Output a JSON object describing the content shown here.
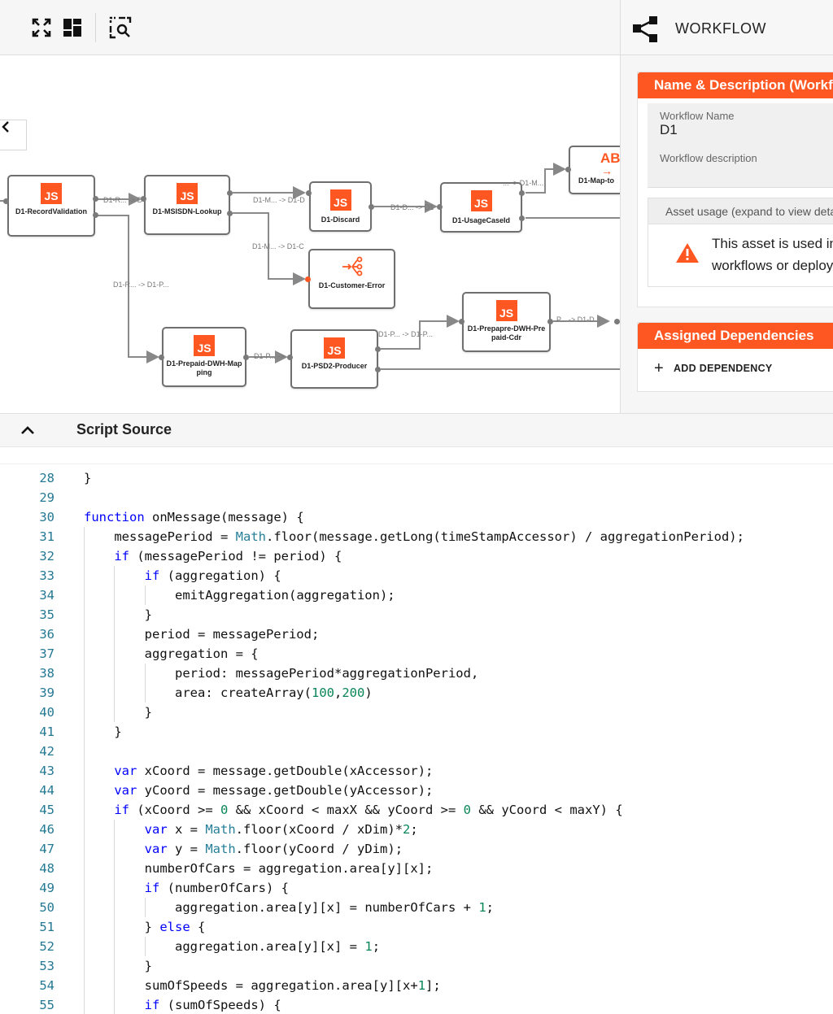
{
  "toolbar": {
    "buttons": [
      {
        "name": "fullscreen-icon"
      },
      {
        "name": "layout-icon"
      },
      {
        "name": "zoom-to-fit-icon"
      }
    ]
  },
  "panel": {
    "title": "WORKFLOW",
    "name_card": {
      "header": "Name & Description (Workflow)",
      "workflow_name_label": "Workflow Name",
      "workflow_name_value": "D1",
      "workflow_description_label": "Workflow description",
      "asset_usage_header": "Asset usage (expand to view details)",
      "asset_usage_line1": "This asset is used in",
      "asset_usage_line2": "workflows or deployments"
    },
    "deps_card": {
      "header": "Assigned Dependencies",
      "add_label": "ADD DEPENDENCY"
    }
  },
  "canvas": {
    "nodes": [
      {
        "id": "n1",
        "label": "D1-RecordValidation",
        "icon": "JS"
      },
      {
        "id": "n2",
        "label": "D1-MSISDN-Lookup",
        "icon": "JS"
      },
      {
        "id": "n3",
        "label": "D1-Discard",
        "icon": "JS"
      },
      {
        "id": "n4",
        "label": "D1-UsageCaseId",
        "icon": "JS"
      },
      {
        "id": "n5",
        "label": "D1-Map-to",
        "icon": "AB"
      },
      {
        "id": "n6",
        "label": "D1-Customer-Error",
        "icon": "route"
      },
      {
        "id": "n7",
        "label": "D1-Prepaid-DWH-Mapping",
        "icon": "JS"
      },
      {
        "id": "n8",
        "label": "D1-PSD2-Producer",
        "icon": "JS"
      },
      {
        "id": "n9",
        "label": "D1-Prepapre-DWH-Prepaid-Cdr",
        "icon": "JS"
      }
    ],
    "edge_labels": [
      "D1-R... -> D",
      "D1-M... -> D1-D",
      "D1-D... -> D1",
      "... -> D1-M...",
      "D1-M... -> D1-C",
      "D1-R... -> D1-P...",
      "D1-P... ->",
      "D1-P... -> D1-P...",
      "P... -> D1-D..."
    ]
  },
  "script": {
    "title": "Script Source",
    "lines": [
      {
        "n": "28",
        "indent": 0,
        "code": "}"
      },
      {
        "n": "29",
        "indent": 0,
        "code": ""
      },
      {
        "n": "30",
        "indent": 0,
        "code": "function onMessage(message) {"
      },
      {
        "n": "31",
        "indent": 1,
        "code": "messagePeriod = Math.floor(message.getLong(timeStampAccessor) / aggregationPeriod);"
      },
      {
        "n": "32",
        "indent": 1,
        "code": "if (messagePeriod != period) {"
      },
      {
        "n": "33",
        "indent": 2,
        "code": "if (aggregation) {"
      },
      {
        "n": "34",
        "indent": 3,
        "code": "emitAggregation(aggregation);"
      },
      {
        "n": "35",
        "indent": 2,
        "code": "}"
      },
      {
        "n": "36",
        "indent": 2,
        "code": "period = messagePeriod;"
      },
      {
        "n": "37",
        "indent": 2,
        "code": "aggregation = {"
      },
      {
        "n": "38",
        "indent": 3,
        "code": "period: messagePeriod*aggregationPeriod,"
      },
      {
        "n": "39",
        "indent": 3,
        "code": "area: createArray(100,200)"
      },
      {
        "n": "40",
        "indent": 2,
        "code": "}"
      },
      {
        "n": "41",
        "indent": 1,
        "code": "}"
      },
      {
        "n": "42",
        "indent": 0,
        "code": ""
      },
      {
        "n": "43",
        "indent": 1,
        "code": "var xCoord = message.getDouble(xAccessor);"
      },
      {
        "n": "44",
        "indent": 1,
        "code": "var yCoord = message.getDouble(yAccessor);"
      },
      {
        "n": "45",
        "indent": 1,
        "code": "if (xCoord >= 0 && xCoord < maxX && yCoord >= 0 && yCoord < maxY) {"
      },
      {
        "n": "46",
        "indent": 2,
        "code": "var x = Math.floor(xCoord / xDim)*2;"
      },
      {
        "n": "47",
        "indent": 2,
        "code": "var y = Math.floor(yCoord / yDim);"
      },
      {
        "n": "48",
        "indent": 2,
        "code": "numberOfCars = aggregation.area[y][x];"
      },
      {
        "n": "49",
        "indent": 2,
        "code": "if (numberOfCars) {"
      },
      {
        "n": "50",
        "indent": 3,
        "code": "aggregation.area[y][x] = numberOfCars + 1;"
      },
      {
        "n": "51",
        "indent": 2,
        "code": "} else {"
      },
      {
        "n": "52",
        "indent": 3,
        "code": "aggregation.area[y][x] = 1;"
      },
      {
        "n": "53",
        "indent": 2,
        "code": "}"
      },
      {
        "n": "54",
        "indent": 2,
        "code": "sumOfSpeeds = aggregation.area[y][x+1];"
      },
      {
        "n": "55",
        "indent": 2,
        "code": "if (sumOfSpeeds) {"
      }
    ]
  },
  "colors": {
    "accent": "#ff5722",
    "keyword": "#0000ff",
    "type": "#267f99",
    "number": "#098658",
    "line_number": "#237893"
  }
}
